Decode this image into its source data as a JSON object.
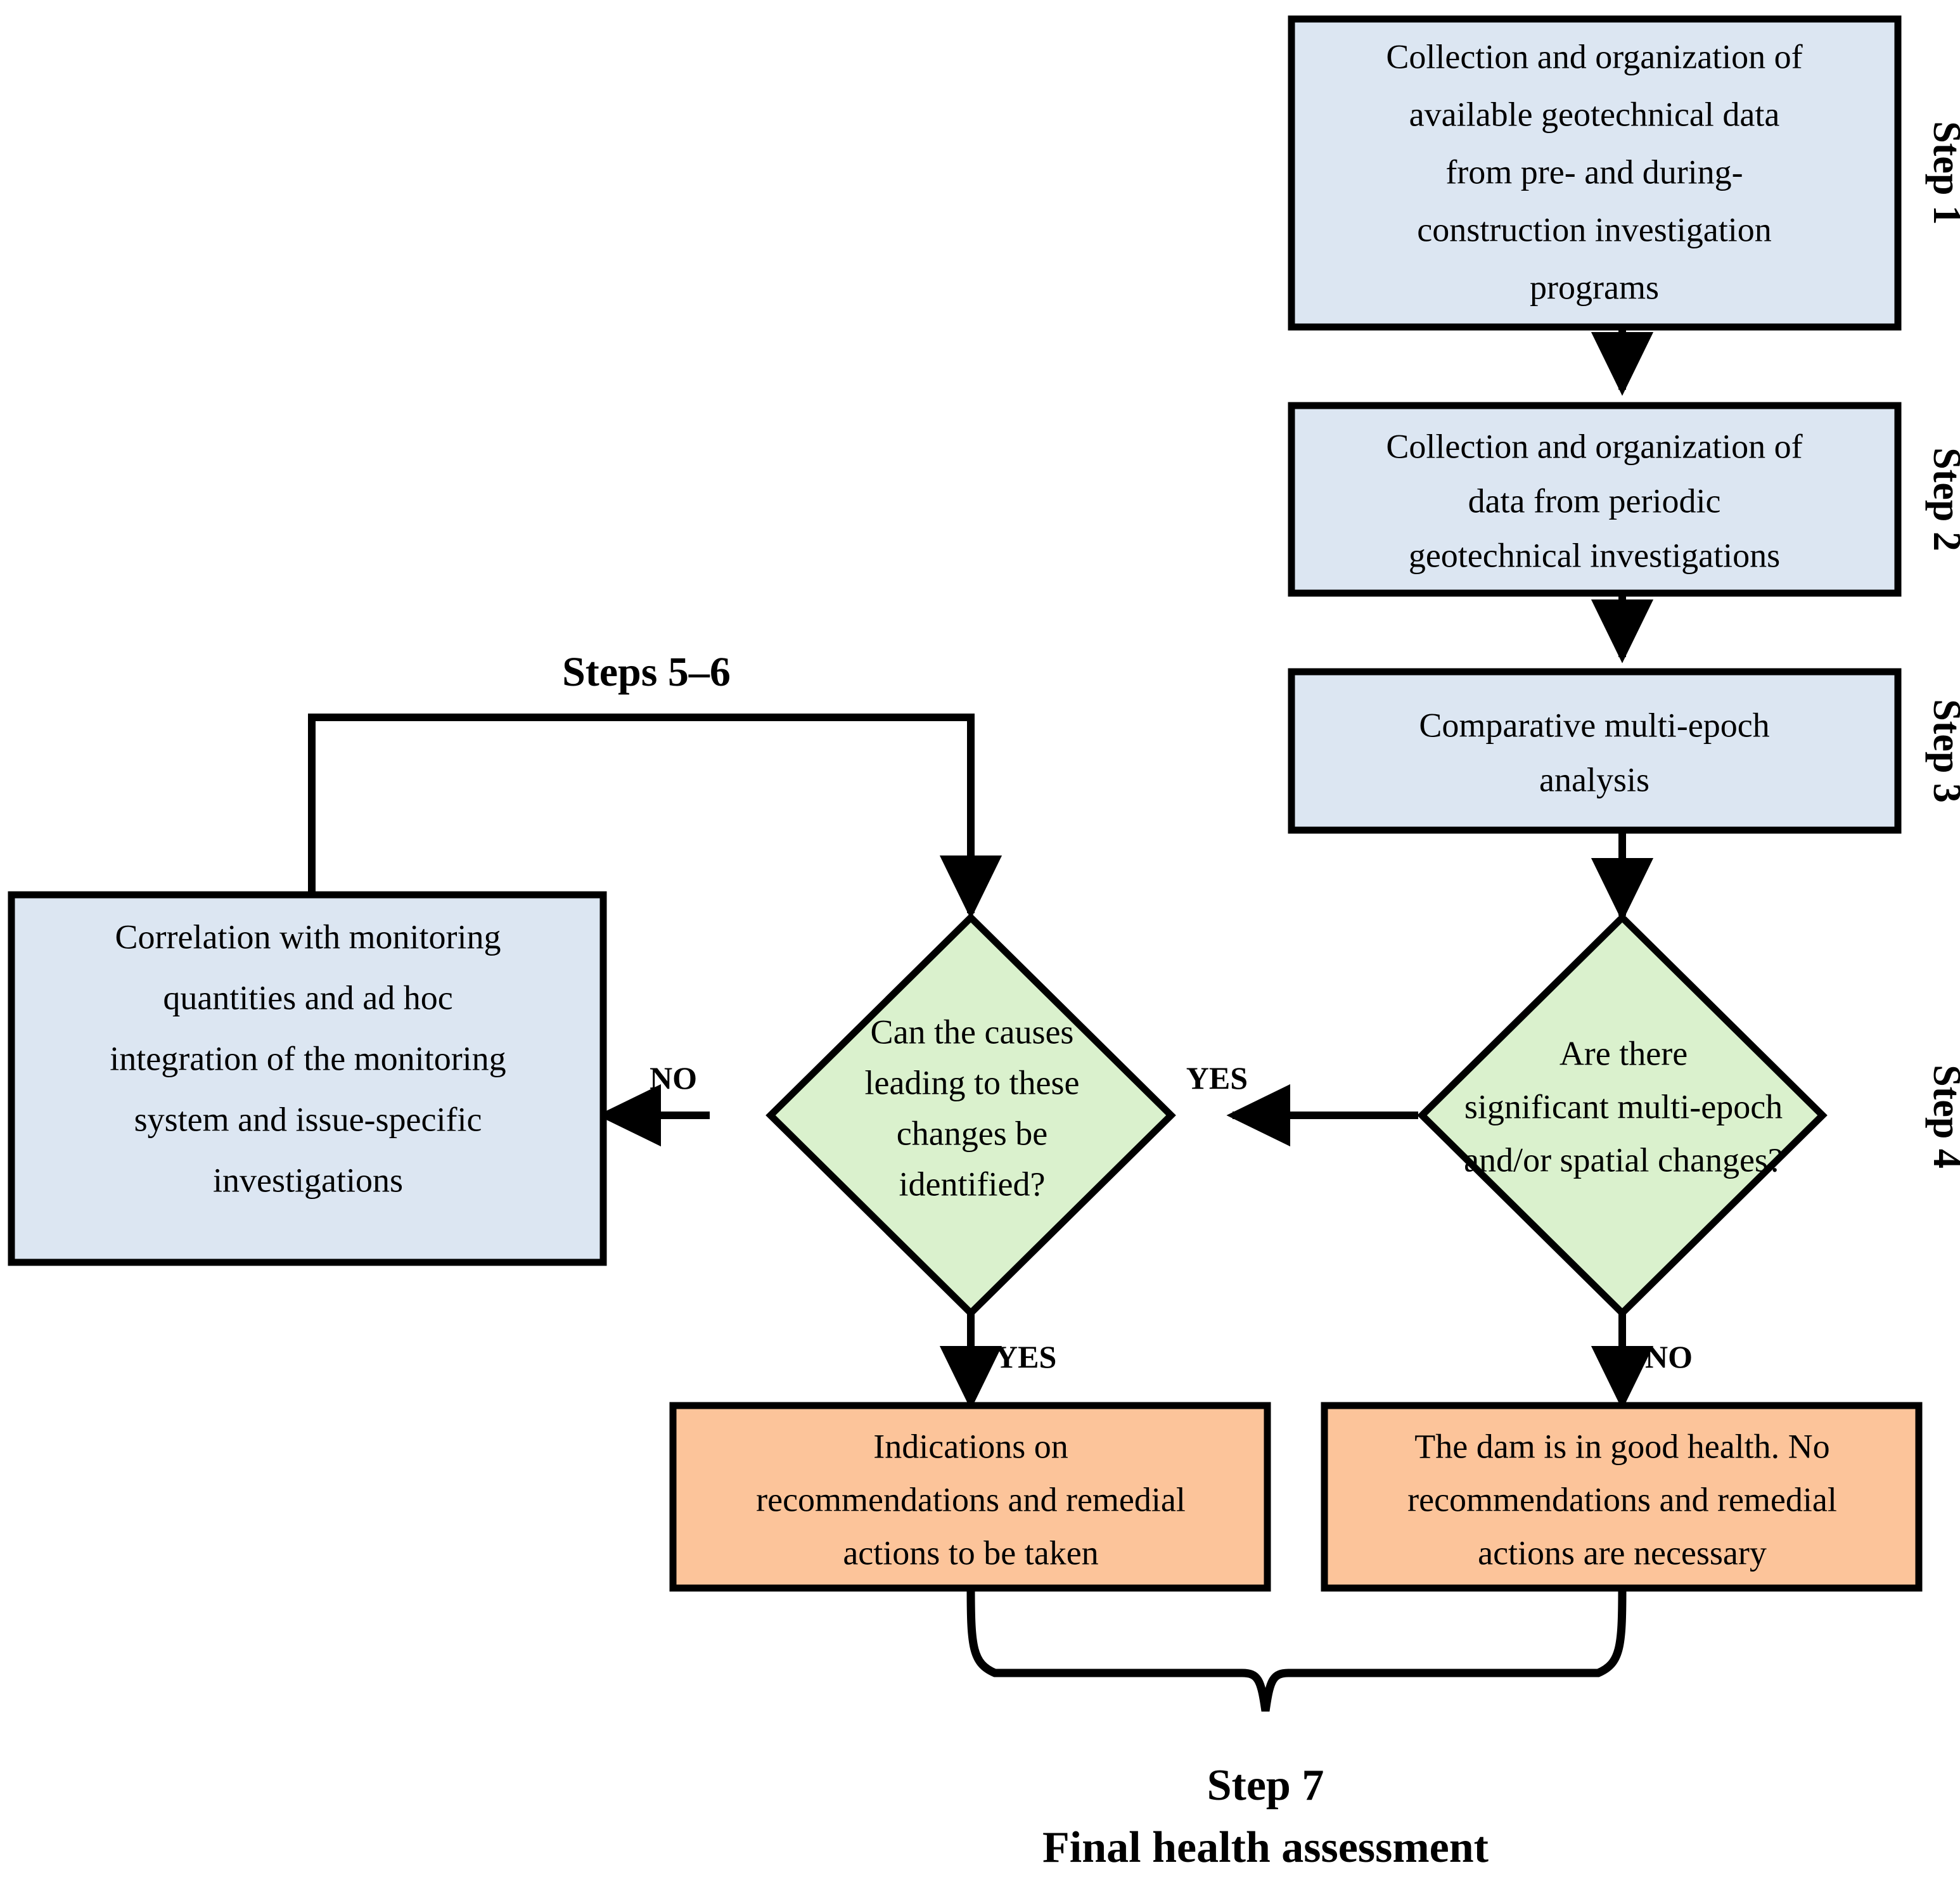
{
  "diagram": {
    "title": "Dam geotechnical health assessment workflow",
    "colors": {
      "process_fill": "#dce6f2",
      "decision_fill": "#daf1cd",
      "outcome_fill": "#fcc49a",
      "stroke": "#000000",
      "background": "#ffffff"
    },
    "nodes": {
      "step1": {
        "kind": "process",
        "lines": [
          "Collection and organization of",
          "available geotechnical data",
          "from pre- and during-",
          "construction investigation",
          "programs"
        ],
        "step_label": "Step 1"
      },
      "step2": {
        "kind": "process",
        "lines": [
          "Collection and organization of",
          "data from periodic",
          "geotechnical investigations"
        ],
        "step_label": "Step 2"
      },
      "step3": {
        "kind": "process",
        "lines": [
          "Comparative multi-epoch",
          "analysis"
        ],
        "step_label": "Step 3"
      },
      "step4": {
        "kind": "decision",
        "lines": [
          "Are there",
          "significant multi-epoch",
          "and/or spatial changes?"
        ],
        "step_label": "Step 4"
      },
      "causes_decision": {
        "kind": "decision",
        "lines": [
          "Can the causes",
          "leading to these",
          "changes be",
          "identified?"
        ],
        "step_label": ""
      },
      "correlation": {
        "kind": "process",
        "lines": [
          "Correlation with monitoring",
          "quantities and ad hoc",
          "integration of the monitoring",
          "system and issue-specific",
          "investigations"
        ],
        "step_label": ""
      },
      "remedial": {
        "kind": "outcome",
        "lines": [
          "Indications on",
          "recommendations and remedial",
          "actions to be taken"
        ],
        "step_label": ""
      },
      "good_health": {
        "kind": "outcome",
        "lines": [
          "The dam is in good health. No",
          "recommendations and remedial",
          "actions are necessary"
        ],
        "step_label": ""
      }
    },
    "group_labels": {
      "steps_5_6": "Steps 5–6",
      "step7": "Step 7",
      "step7_caption": "Final health assessment"
    },
    "edge_labels": {
      "step4_yes": "YES",
      "step4_no": "NO",
      "causes_no": "NO",
      "causes_yes": "YES"
    }
  }
}
